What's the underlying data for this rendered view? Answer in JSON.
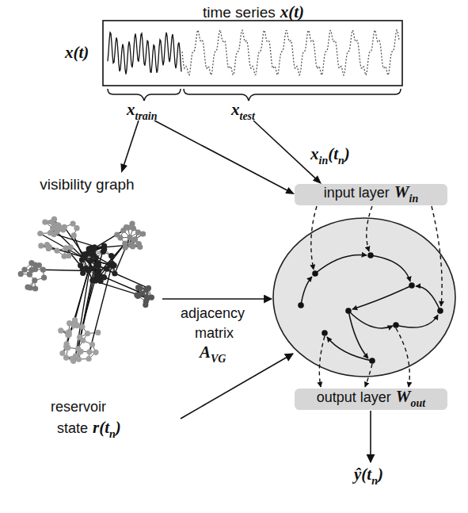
{
  "diagram": {
    "nodes": [
      {
        "text": [
          "time series",
          "x(t)"
        ]
      },
      {
        "text": [
          "visibility graph"
        ]
      },
      {
        "text": [
          "input layer",
          "W",
          "in"
        ]
      },
      {
        "text": [
          "output layer",
          "W",
          "out"
        ]
      }
    ],
    "edges": [
      {
        "from": 0,
        "to": 1,
        "arrow": "to"
      },
      {
        "from": 0,
        "to": 2,
        "arrow": "to"
      },
      {
        "from": 0,
        "to": 2,
        "arrow": "to"
      }
    ],
    "labels": [
      "x(t)",
      "x",
      "train",
      "x",
      "test",
      "x",
      "in",
      "(t",
      "n",
      ")",
      "adjacency",
      "matrix",
      "A",
      "VG",
      "reservoir",
      "state",
      "r(t",
      "n",
      ")",
      "ŷ(t",
      "n",
      ")"
    ]
  }
}
